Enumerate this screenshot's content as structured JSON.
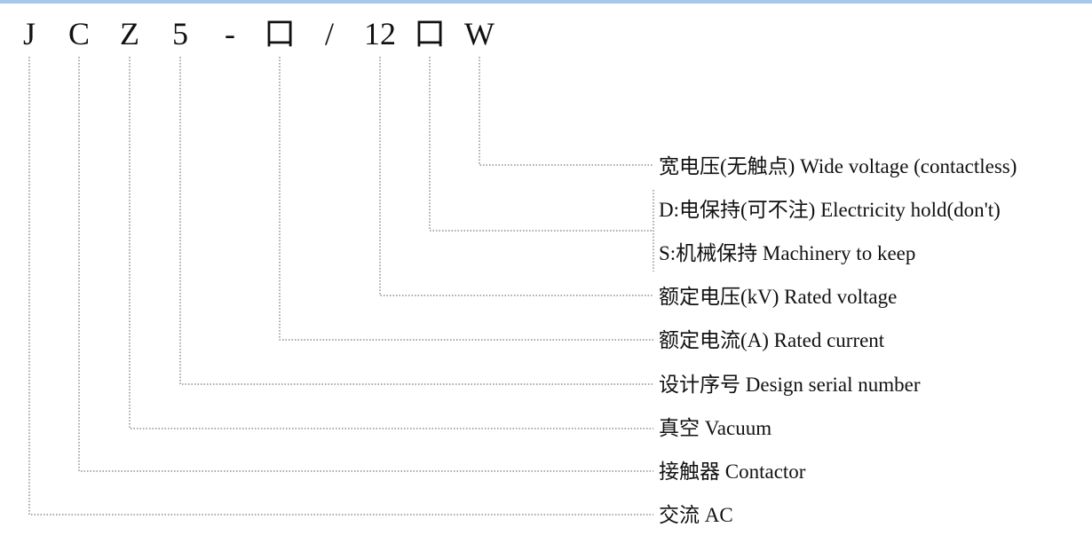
{
  "code": {
    "chars": [
      "J",
      "C",
      "Z",
      "5",
      "-",
      "口",
      "/",
      "12",
      "口",
      "W"
    ]
  },
  "labels": [
    "宽电压(无触点) Wide voltage (contactless)",
    "D:电保持(可不注)  Electricity hold(don't)",
    "S:机械保持 Machinery to keep",
    "额定电压(kV) Rated voltage",
    "额定电流(A) Rated current",
    "设计序号 Design serial number",
    "真空 Vacuum",
    "接触器 Contactor",
    "交流 AC"
  ],
  "colors": {
    "top_rule": "#a9c7e8",
    "line": "#555555",
    "text": "#111111"
  }
}
